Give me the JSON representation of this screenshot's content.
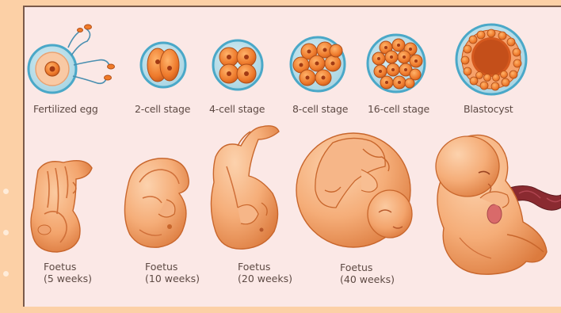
{
  "stages": [
    {
      "id": "fertilized-egg",
      "label": "Fertilized egg"
    },
    {
      "id": "2-cell",
      "label": "2-cell stage"
    },
    {
      "id": "4-cell",
      "label": "4-cell stage"
    },
    {
      "id": "8-cell",
      "label": "8-cell stage"
    },
    {
      "id": "16-cell",
      "label": "16-cell stage"
    },
    {
      "id": "blastocyst",
      "label": "Blastocyst"
    }
  ],
  "foetuses": [
    {
      "id": "5-weeks",
      "name": "Foetus",
      "age": "(5 weeks)"
    },
    {
      "id": "10-weeks",
      "name": "Foetus",
      "age": "(10 weeks)"
    },
    {
      "id": "20-weeks",
      "name": "Foetus",
      "age": "(20 weeks)"
    },
    {
      "id": "40-weeks",
      "name": "Foetus",
      "age": "(40 weeks)"
    }
  ],
  "colors": {
    "background": "#fcd0a6",
    "panel": "#fbe8e6",
    "cell_ring": "#4aa8c8",
    "cell_fill": "#f07a28",
    "skin_light": "#f6b585",
    "skin_dark": "#d9743c",
    "umbilical": "#8a2a30"
  }
}
